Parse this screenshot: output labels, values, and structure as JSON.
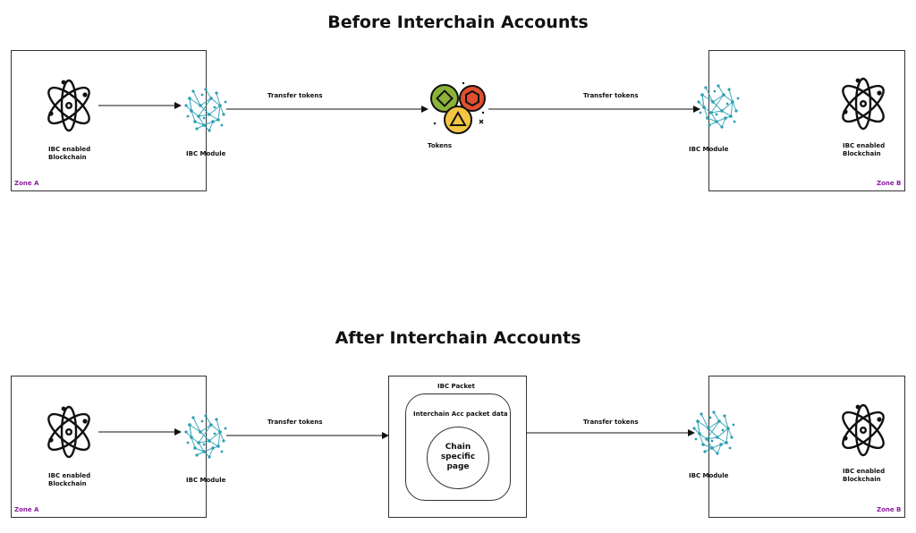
{
  "before": {
    "title": "Before Interchain Accounts",
    "zone_a_label": "Zone A",
    "zone_b_label": "Zone B",
    "blockchain_a_label": "IBC enabled\nBlockchain",
    "blockchain_b_label": "IBC enabled\nBlockchain",
    "ibc_module_a_label": "IBC Module",
    "ibc_module_b_label": "IBC Module",
    "transfer_label_1": "Transfer tokens",
    "transfer_label_2": "Transfer tokens",
    "tokens_label": "Tokens"
  },
  "after": {
    "title": "After Interchain Accounts",
    "zone_a_label": "Zone A",
    "zone_b_label": "Zone B",
    "blockchain_a_label": "IBC enabled\nBlockchain",
    "blockchain_b_label": "IBC enabled\nBlockchain",
    "ibc_module_a_label": "IBC Module",
    "ibc_module_b_label": "IBC Module",
    "transfer_label_1": "Transfer tokens",
    "transfer_label_2": "Transfer tokens",
    "packet_label": "IBC Packet",
    "packet_data_label": "Interchain Acc packet data",
    "chain_page_label": "Chain\nspecific\npage"
  },
  "colors": {
    "zone_label": "#8a1c9e",
    "ibc_icon": "#2a9fb3",
    "token_green": "#8bb33a",
    "token_red": "#e0502e",
    "token_yellow": "#f4c542"
  }
}
